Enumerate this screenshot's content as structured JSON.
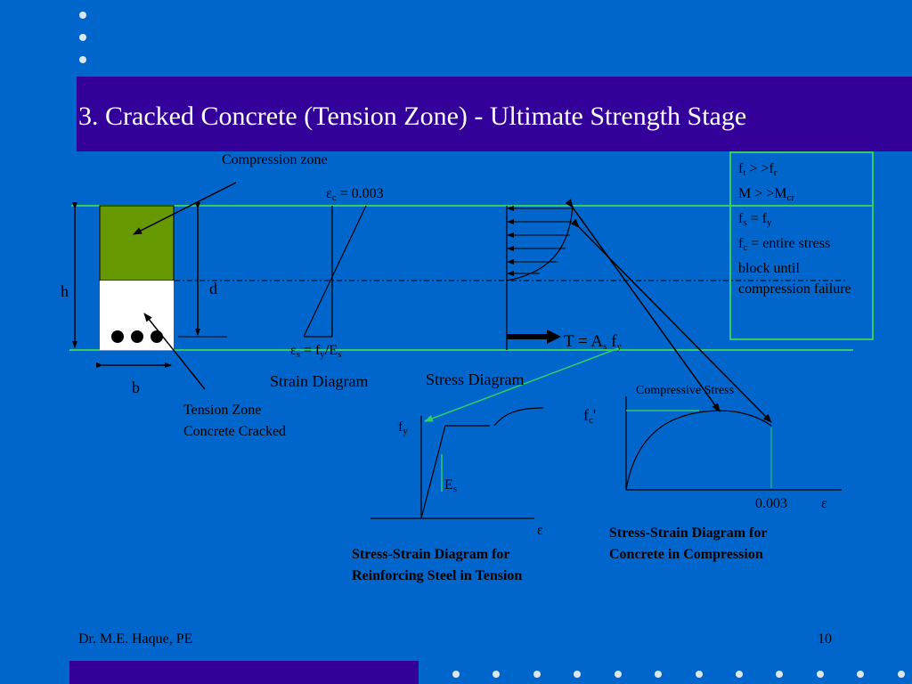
{
  "slide": {
    "title": "3. Cracked Concrete (Tension Zone) - Ultimate Strength Stage",
    "colors": {
      "background": "#0066cc",
      "title_bar": "#330099",
      "compression_block": "#669900",
      "guide_lines": "#33cc66"
    }
  },
  "section_labels": {
    "compression_zone": "Compression zone",
    "h": "h",
    "d": "d",
    "b": "b",
    "tension_zone_1": "Tension Zone",
    "tension_zone_2": "Concrete Cracked",
    "strain_diagram": "Strain Diagram",
    "stress_diagram": "Stress Diagram"
  },
  "strain": {
    "eps_c_sym": "ε",
    "eps_c_sub": "c",
    "eps_c_val": " = 0.003",
    "eps_s_sym": "ε",
    "eps_s_sub": "s",
    "eps_s_mid": " = f",
    "eps_s_sub2": "y",
    "eps_s_div": "/E",
    "eps_s_sub3": "s"
  },
  "tension_force": {
    "lhs": "T = A",
    "sub": "s",
    "rhs": " f",
    "sub2": "y"
  },
  "info_box": {
    "l1a": "f",
    "l1s": "t",
    "l1b": " > >f",
    "l1s2": "r",
    "l2a": "M > >M",
    "l2s": "cr",
    "l3a": "f",
    "l3s": "s",
    "l3b": " = f",
    "l3s2": "y",
    "l4a": "f",
    "l4s": "c",
    "l4b": " = entire stress block until compression failure"
  },
  "steel_plot": {
    "fy": "f",
    "fy_sub": "y",
    "es": "E",
    "es_sub": "s",
    "eps": "ε",
    "caption_1": "Stress-Strain Diagram for",
    "caption_2": "Reinforcing Steel in Tension"
  },
  "concrete_plot": {
    "fc": "f",
    "fc_sub": "c",
    "fc_prime": "'",
    "top_label": "Compressive Stress",
    "strain_value": "0.003",
    "eps": "ε",
    "caption_1": "Stress-Strain Diagram for",
    "caption_2": "Concrete in Compression"
  },
  "footer": {
    "author": "Dr. M.E. Haque, PE",
    "page": "10"
  }
}
